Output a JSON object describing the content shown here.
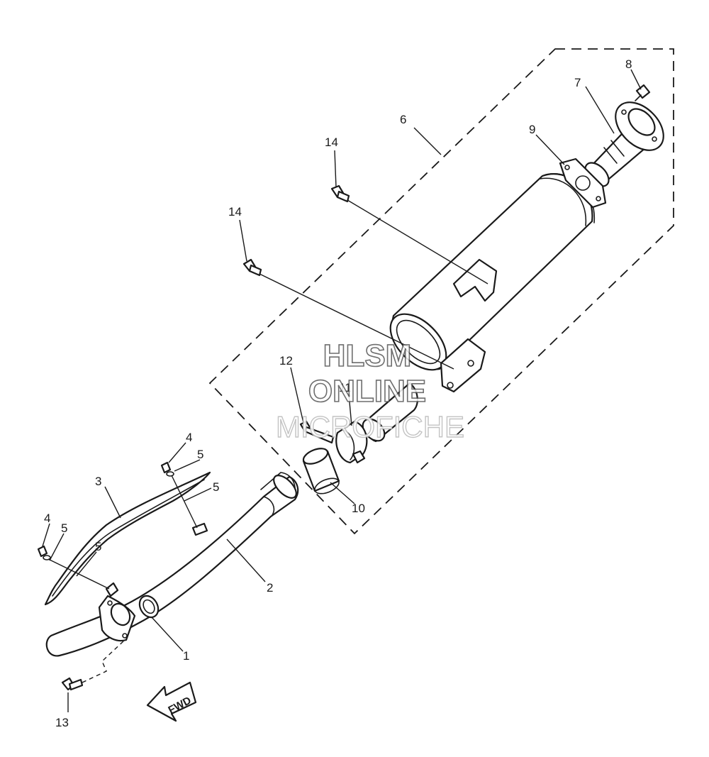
{
  "watermark": {
    "line1": "HLSM",
    "line2": "ONLINE",
    "line3": "MICROFICHE"
  },
  "fwd_label": "FWD",
  "callouts": {
    "c1": "1",
    "c2": "2",
    "c3": "3",
    "c4a": "4",
    "c4b": "4",
    "c5a": "5",
    "c5b": "5",
    "c5c": "5",
    "c5d": "5",
    "c6": "6",
    "c7": "7",
    "c8": "8",
    "c9": "9",
    "c10": "10",
    "c11": "11",
    "c12": "12",
    "c13": "13",
    "c14a": "14",
    "c14b": "14"
  },
  "icons": {
    "fwd_arrow": "fwd-arrow-icon"
  }
}
